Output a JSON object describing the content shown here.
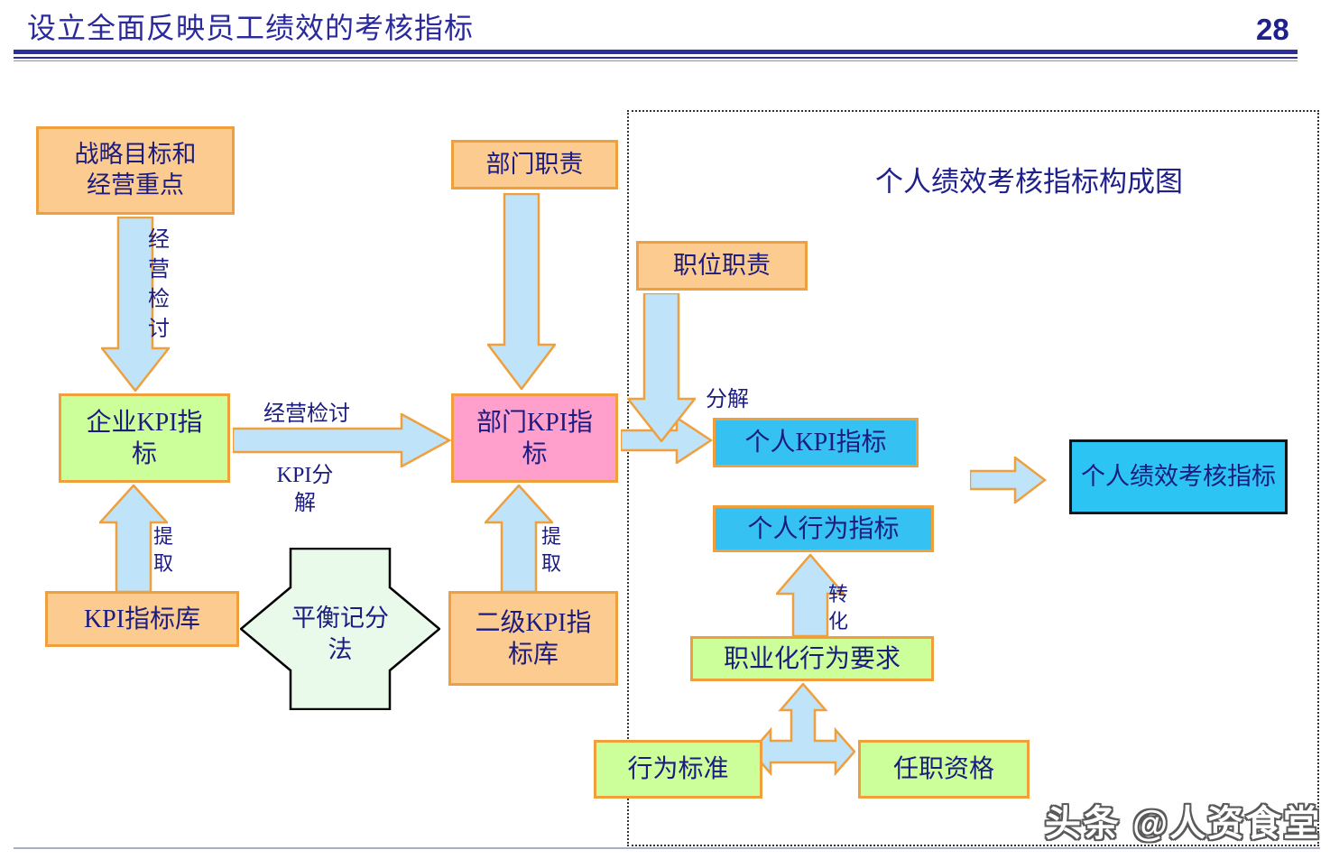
{
  "header": {
    "title": "设立全面反映员工绩效的考核指标",
    "page_number": "28"
  },
  "diagram": {
    "frame_title": "个人绩效考核指标构成图",
    "nodes": {
      "strategic": "战略目标和\n经营重点",
      "dept_duty": "部门职责",
      "pos_duty": "职位职责",
      "corp_kpi": "企业KPI指\n标",
      "dept_kpi": "部门KPI指\n标",
      "personal_kpi": "个人KPI指标",
      "personal_behavior": "个人行为指标",
      "prof_behavior": "职业化行为要求",
      "behavior_std": "行为标准",
      "qualification": "任职资格",
      "kpi_lib": "KPI指标库",
      "sec_kpi_lib": "二级KPI指\n标库",
      "balanced_scorecard": "平衡记分\n法",
      "final": "个人绩效考核指标"
    },
    "edge_labels": {
      "review_vertical": "经营检讨",
      "review_horizontal": "经营检讨",
      "kpi_decompose": "KPI分\n解",
      "decompose": "分解",
      "transform": "转化",
      "extract_left": "提取",
      "extract_right": "提取"
    }
  },
  "watermark": "头条 @人资食堂",
  "colors": {
    "title_navy": "#2a2a9c",
    "text_navy": "#1b1b80",
    "orange_fill": "#FBCB8F",
    "orange_border": "#EF9F3C",
    "green_fill": "#CCFF99",
    "pink_fill": "#FF9FCC",
    "blue_fill": "#35C2F2",
    "cyan_fill": "#2BC4F3",
    "arrow_fill": "#BFE3F8",
    "mint_fill": "#E9FAEB"
  }
}
